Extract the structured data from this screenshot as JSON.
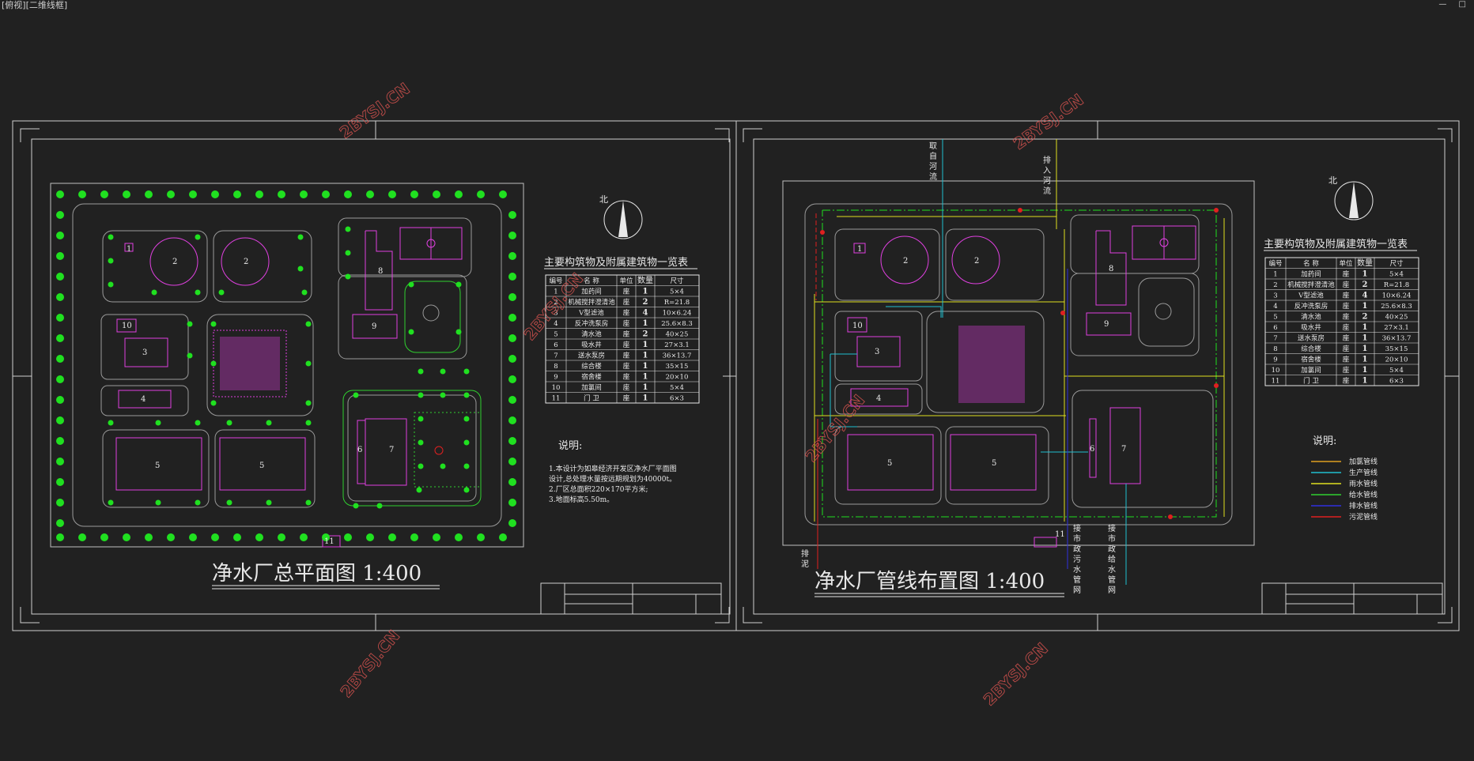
{
  "window": {
    "title": "[俯视][二维线框]",
    "controls": "— □"
  },
  "watermark": "2BYSJ.CN",
  "left_sheet": {
    "title": "净水厂总平面图 1:400",
    "north": "北",
    "table_title": "主要构筑物及附属建筑物一览表",
    "headers": [
      "编号",
      "名 称",
      "单位",
      "数量",
      "尺寸"
    ],
    "rows": [
      [
        "1",
        "加药间",
        "座",
        "1",
        "5×4"
      ],
      [
        "2",
        "机械搅拌澄清池",
        "座",
        "2",
        "R=21.8"
      ],
      [
        "3",
        "V型滤池",
        "座",
        "4",
        "10×6.24"
      ],
      [
        "4",
        "反冲洗泵房",
        "座",
        "1",
        "25.6×8.3"
      ],
      [
        "5",
        "清水池",
        "座",
        "2",
        "40×25"
      ],
      [
        "6",
        "吸水井",
        "座",
        "1",
        "27×3.1"
      ],
      [
        "7",
        "送水泵房",
        "座",
        "1",
        "36×13.7"
      ],
      [
        "8",
        "综合楼",
        "座",
        "1",
        "35×15"
      ],
      [
        "9",
        "宿舍楼",
        "座",
        "1",
        "20×10"
      ],
      [
        "10",
        "加氯间",
        "座",
        "1",
        "5×4"
      ],
      [
        "11",
        "门 卫",
        "座",
        "1",
        "6×3"
      ]
    ],
    "notes_title": "说明:",
    "notes": [
      "1.本设计为如皋经济开发区净水厂平面图",
      "设计,总处理水量按远期规划为40000t。",
      "2.厂区总面积220×170平方米;",
      "3.地面标高5.50m。"
    ],
    "block_labels": [
      "1",
      "2",
      "2",
      "10",
      "3",
      "4",
      "5",
      "5",
      "8",
      "9",
      "6",
      "7",
      "11"
    ]
  },
  "right_sheet": {
    "title": "净水厂管线布置图 1:400",
    "north": "北",
    "table_title": "主要构筑物及附属建筑物一览表",
    "in_from_river": "取自河流",
    "out_to_river": "排入河流",
    "mud": "排泥",
    "to_sewage": "接市政污水管网",
    "to_supply": "接市政给水管网",
    "notes_title": "说明:",
    "legend": [
      {
        "label": "加氯管线",
        "color": "#e0a020"
      },
      {
        "label": "生产管线",
        "color": "#20c0d0"
      },
      {
        "label": "雨水管线",
        "color": "#e0e020"
      },
      {
        "label": "给水管线",
        "color": "#30d030"
      },
      {
        "label": "排水管线",
        "color": "#3030e0"
      },
      {
        "label": "污泥管线",
        "color": "#e02020"
      }
    ]
  },
  "colors": {
    "magenta": "#e040e0",
    "green": "#20e020",
    "grey": "#9a9a9a",
    "bg": "#212121"
  }
}
